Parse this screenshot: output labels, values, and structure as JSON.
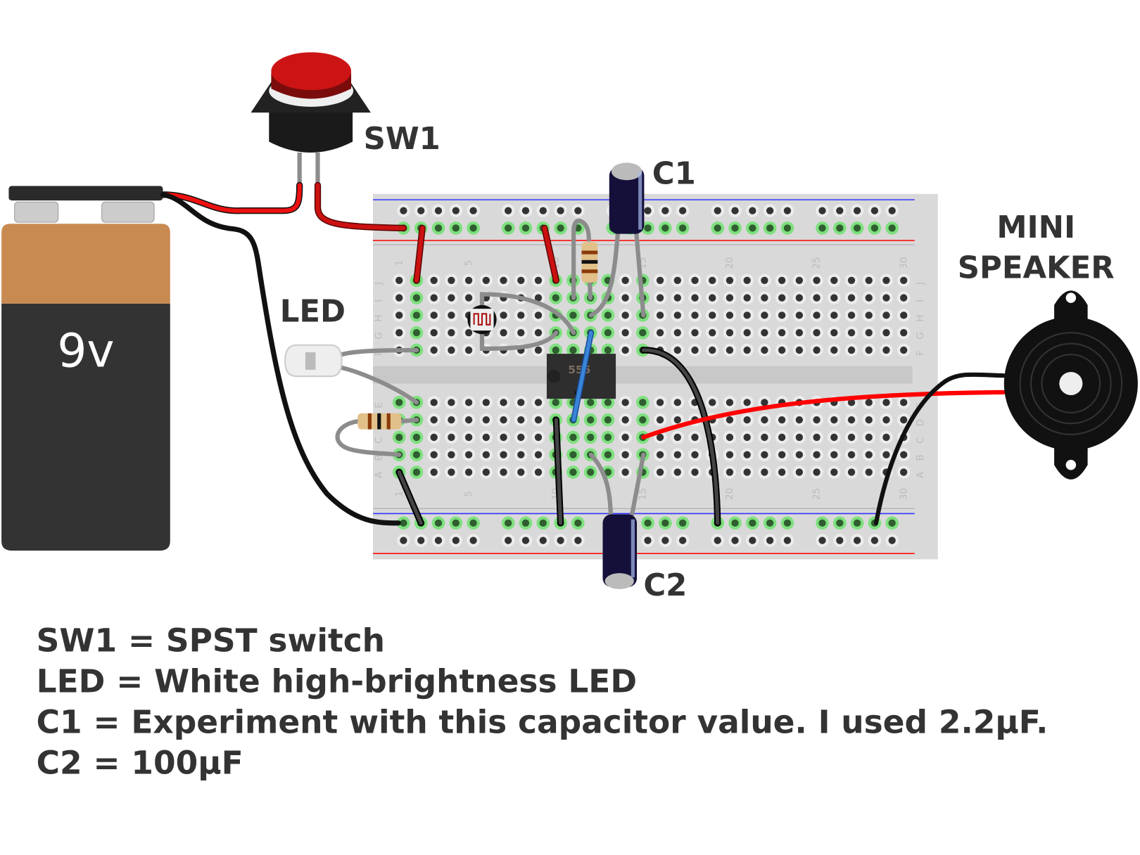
{
  "labels": {
    "switch": "SW1",
    "cap1": "C1",
    "cap2": "C2",
    "led": "LED",
    "speaker_line1": "MINI",
    "speaker_line2": "SPEAKER",
    "battery": "9v",
    "chip": "555"
  },
  "notes": [
    "SW1 = SPST switch",
    "LED = White high-brightness LED",
    "C1 = Experiment with this capacitor value. I used 2.2µF.",
    "C2 = 100µF"
  ],
  "breadboard": {
    "row_letters_top": [
      "J",
      "I",
      "H",
      "G",
      "F"
    ],
    "row_letters_bottom": [
      "E",
      "D",
      "C",
      "B",
      "A"
    ],
    "column_numbers": [
      "1",
      "5",
      "10",
      "15",
      "20",
      "25",
      "30"
    ],
    "colors": {
      "board": "#d9d9d9",
      "rail_positive": "#ff0000",
      "rail_negative": "#3333ff",
      "hole": "#333333",
      "connected": "#7ee07e"
    }
  },
  "colors": {
    "wire_red": "#cc1111",
    "wire_black": "#111111",
    "wire_gray": "#8c8c8c",
    "wire_blue": "#3a85d8",
    "capacitor": "#14103a",
    "battery_top": "#c98a52",
    "battery_body": "#333333"
  }
}
